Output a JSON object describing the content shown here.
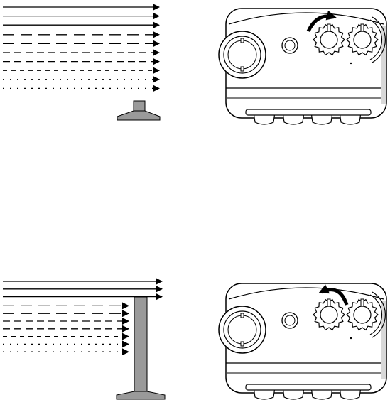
{
  "panels": [
    {
      "name": "top",
      "antenna_state": "retracted",
      "knob_rotation": "clockwise",
      "signal_lines": [
        {
          "style": "solid",
          "passes_antenna": true
        },
        {
          "style": "solid",
          "passes_antenna": true
        },
        {
          "style": "solid",
          "passes_antenna": true
        },
        {
          "style": "long-dash",
          "passes_antenna": true
        },
        {
          "style": "long-dash",
          "passes_antenna": true
        },
        {
          "style": "medium-dash",
          "passes_antenna": true
        },
        {
          "style": "medium-dash",
          "passes_antenna": true
        },
        {
          "style": "short-dash",
          "passes_antenna": true
        },
        {
          "style": "dots",
          "passes_antenna": true
        },
        {
          "style": "dots",
          "passes_antenna": true
        }
      ]
    },
    {
      "name": "bottom",
      "antenna_state": "extended",
      "knob_rotation": "counterclockwise",
      "signal_lines": [
        {
          "style": "solid",
          "passes_antenna": true
        },
        {
          "style": "solid",
          "passes_antenna": true
        },
        {
          "style": "solid",
          "passes_antenna": true
        },
        {
          "style": "long-dash",
          "passes_antenna": false
        },
        {
          "style": "long-dash",
          "passes_antenna": false
        },
        {
          "style": "medium-dash",
          "passes_antenna": false
        },
        {
          "style": "medium-dash",
          "passes_antenna": false
        },
        {
          "style": "short-dash",
          "passes_antenna": false
        },
        {
          "style": "dots",
          "passes_antenna": false
        },
        {
          "style": "dots",
          "passes_antenna": false
        }
      ]
    }
  ],
  "icons": [
    "antenna-icon",
    "radio-device-icon",
    "rotation-arrow-icon",
    "bnc-connector-icon",
    "tuning-knob-icon"
  ],
  "colors": {
    "line": "#000000",
    "antenna_fill": "#9a9a9a",
    "device_fill": "#ffffff",
    "shadow": "#d8d8d8"
  }
}
